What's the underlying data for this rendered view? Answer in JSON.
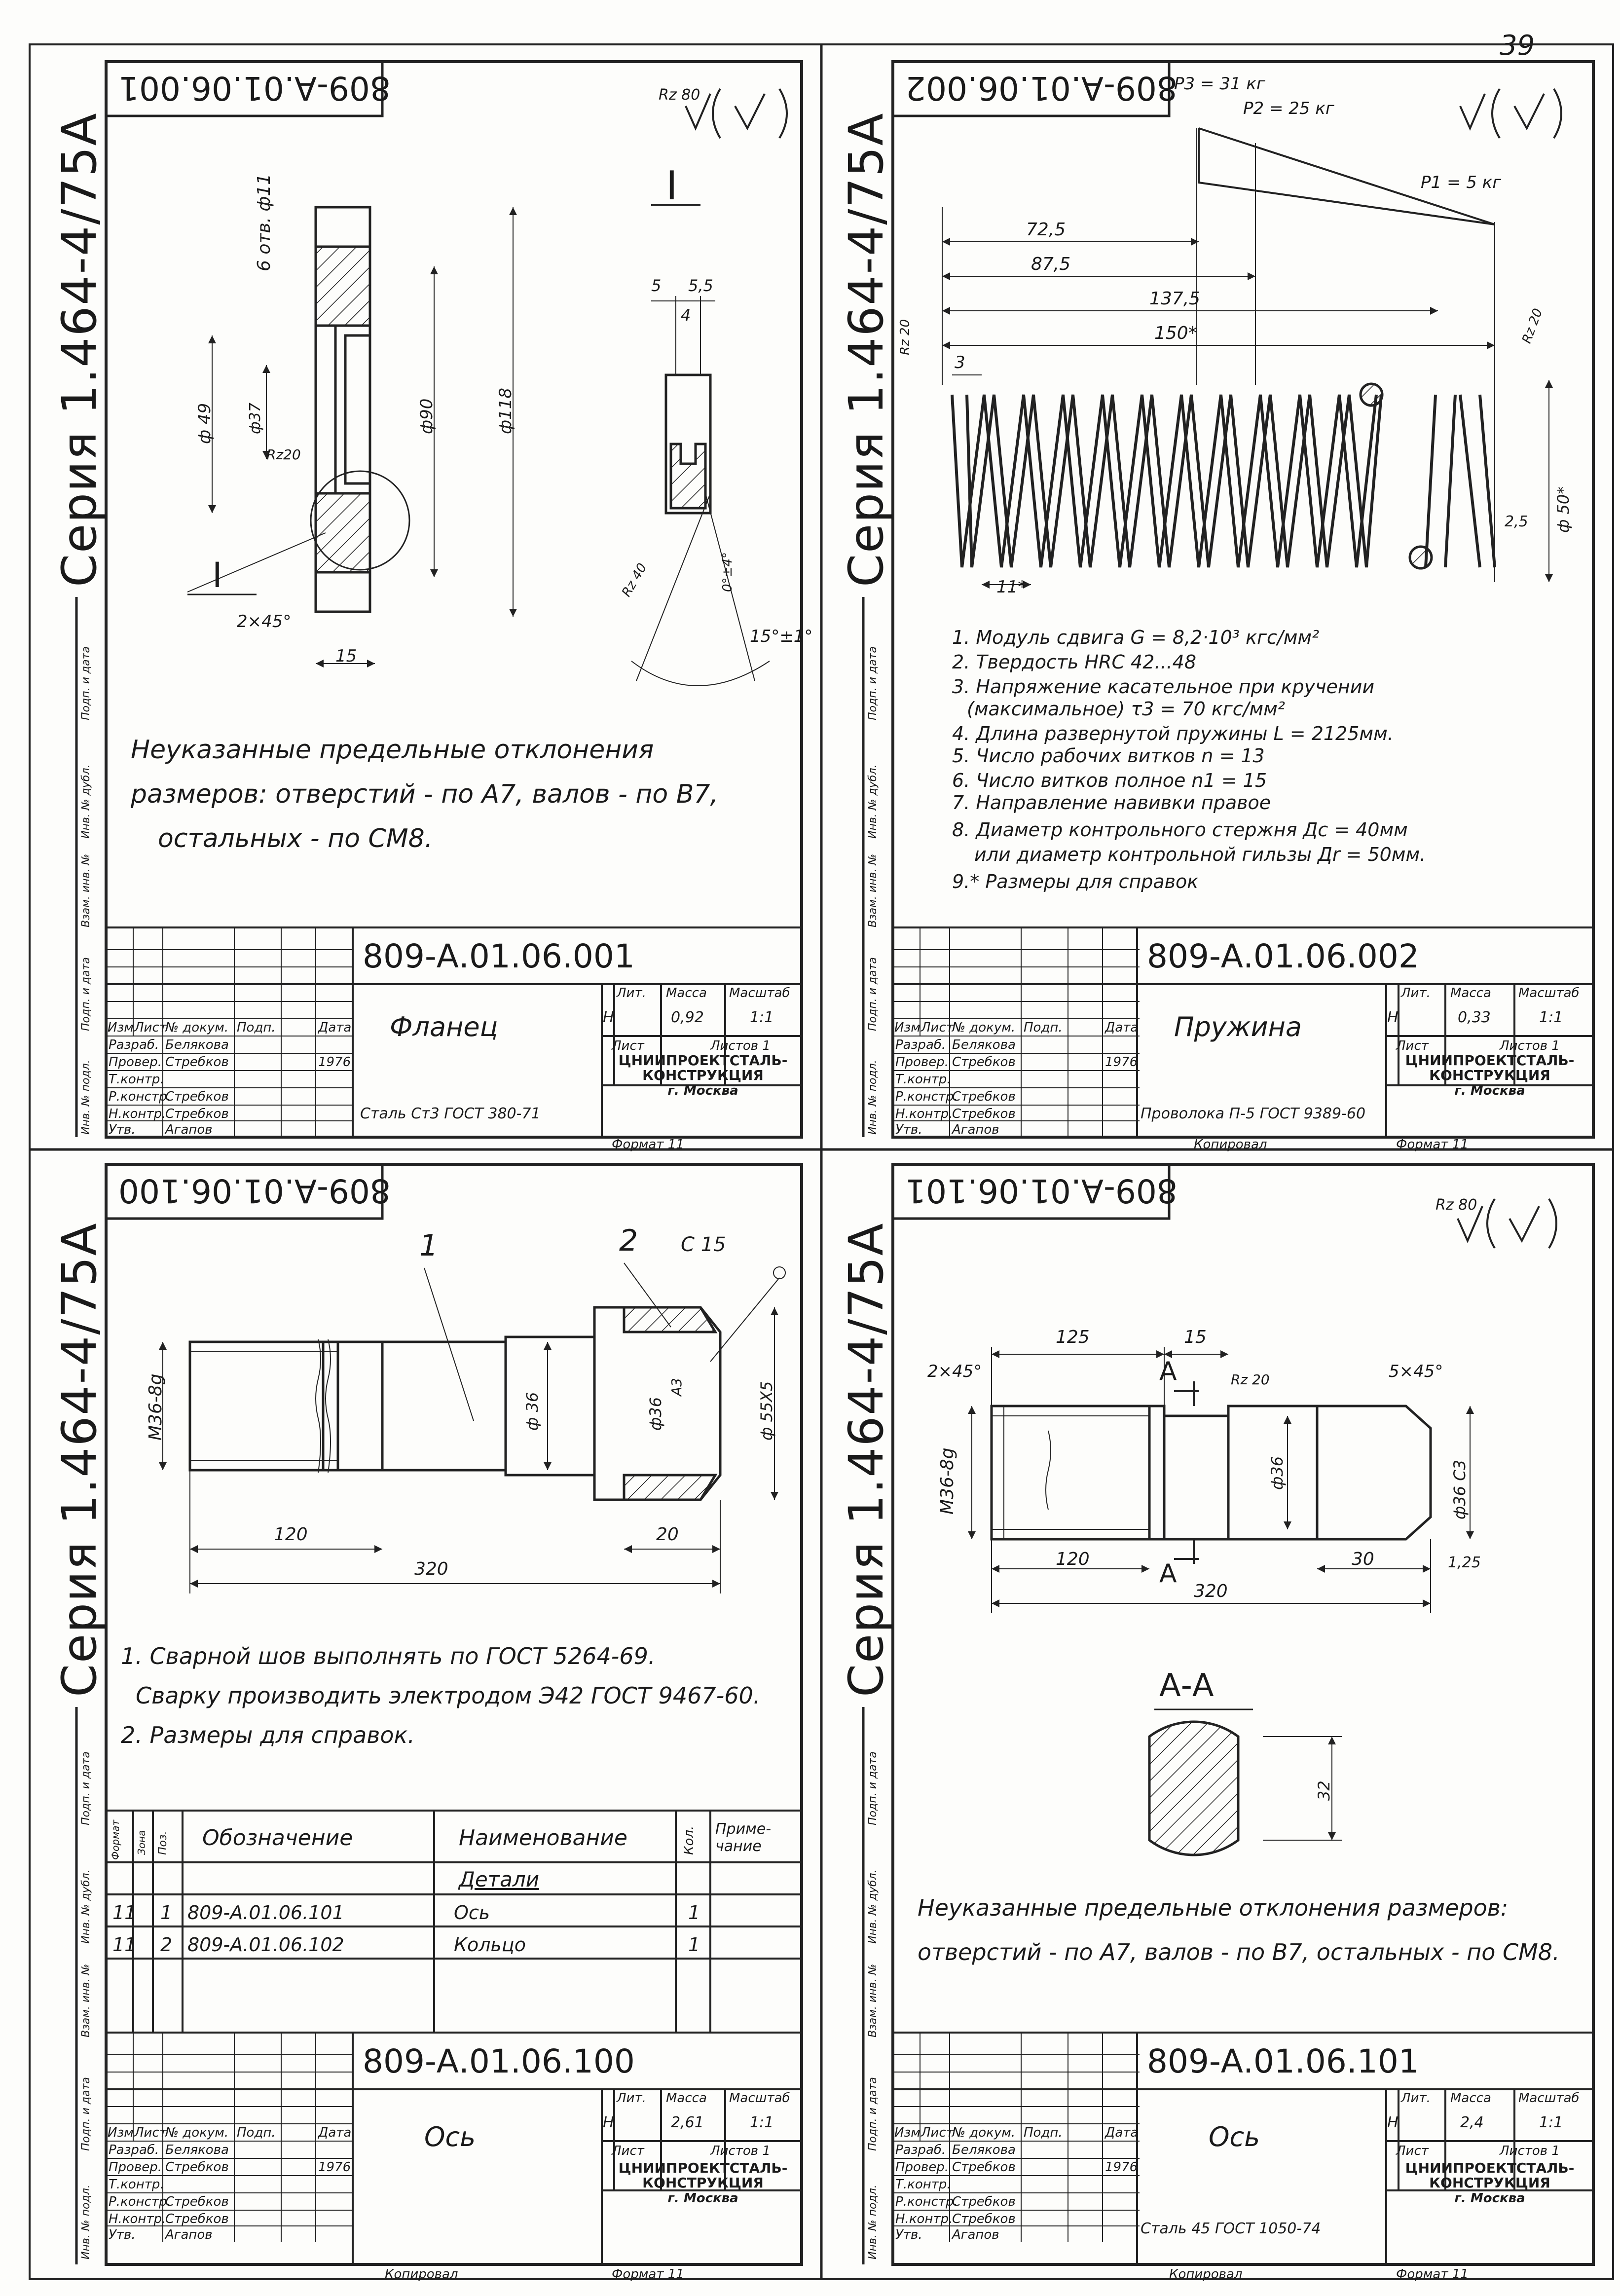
{
  "sheet_number": "39",
  "series": "Серия 1.464-4/75А",
  "side_labels": [
    "Инв. № подл.",
    "Подп. и дата",
    "Взам. инв. №",
    "Инв. № дубл.",
    "Подп. и дата"
  ],
  "title_block_labels": {
    "izm": "Изм",
    "list": "Лист",
    "doc": "№ докум.",
    "podp": "Подп.",
    "data": "Дата",
    "razrab": "Разраб.",
    "prover": "Провер.",
    "tkontr": "Т.контр.",
    "rkonstr": "Р.констр.",
    "nkontr": "Н.контр.",
    "utv": "Утв.",
    "lit": "Лит.",
    "massa": "Масса",
    "masshtab": "Масштаб",
    "list2": "Лист",
    "listov": "Листов 1",
    "org1": "ЦНИИПРОЕКТСТАЛЬ-",
    "org2": "КОНСТРУКЦИЯ",
    "city": "г. Москва",
    "copied": "Копировал",
    "format": "Формат 11"
  },
  "people": {
    "razrab": "Белякова",
    "prover": "Стребков",
    "rkonstr": "Стребков",
    "nkontr": "Стребков",
    "utv": "Агапов",
    "year": "1976"
  },
  "sheets": [
    {
      "id": "flange",
      "doc_number": "809-А.01.06.001",
      "name": "Фланец",
      "material": "Сталь Ст3 ГОСТ 380-71",
      "lit": "Н",
      "mass": "0,92",
      "scale": "1:1",
      "roughness": "Rz 80",
      "dims": {
        "holes": "6 отв. ф11",
        "d49": "ф 49",
        "d37": "ф37",
        "d90": "ф90",
        "d118": "ф118",
        "rz20": "Rz20",
        "chamfer": "2×45°",
        "w15": "15",
        "section": "I",
        "s5": "5",
        "s55": "5,5",
        "s4": "4",
        "rz40": "Rz 40",
        "ang15": "15°±1°",
        "ang": "0°±4°"
      },
      "notes": [
        "Неуказанные предельные отклонения",
        "размеров: отверстий - по А7, валов - по В7,",
        "остальных - по СМ8."
      ]
    },
    {
      "id": "spring",
      "doc_number": "809-А.01.06.002",
      "name": "Пружина",
      "material": "Проволока П-5 ГОСТ 9389-60",
      "lit": "Н",
      "mass": "0,33",
      "scale": "1:1",
      "dims": {
        "p3": "P3 = 31 кг",
        "p2": "P2 = 25 кг",
        "p1": "P1 = 5 кг",
        "l725": "72,5",
        "l875": "87,5",
        "l1375": "137,5",
        "l150": "150*",
        "rz20a": "Rz 20",
        "rz20b": "Rz 20",
        "n3": "3",
        "n11": "11*",
        "n25": "2,5",
        "d50": "ф 50*"
      },
      "notes": [
        "1. Модуль сдвига   G = 8,2·10³ кгс/мм²",
        "2. Твердость HRC 42...48",
        "3. Напряжение касательное при кручении",
        "(максимальное) τ3 = 70 кгс/мм²",
        "4. Длина развернутой пружины L = 2125мм.",
        "5. Число рабочих витков    n = 13",
        "6. Число витков полное   n1 = 15",
        "7. Направление навивки правое",
        "8. Диаметр контрольного стержня Дc = 40мм",
        "или диаметр контрольной гильзы Дr = 50мм.",
        "9.* Размеры для справок"
      ]
    },
    {
      "id": "axle_assembly",
      "doc_number": "809-А.01.06.100",
      "name": "Ось",
      "material": "",
      "lit": "Н",
      "mass": "2,61",
      "scale": "1:1",
      "dims": {
        "pos1": "1",
        "pos2": "2",
        "weld": "С 15",
        "m36": "М36-8g",
        "d36": "ф 36",
        "d36b": "ф36",
        "a3": "А3",
        "d55": "ф 55Х5",
        "l120": "120",
        "l20": "20",
        "l320": "320"
      },
      "notes": [
        "1. Сварной шов выполнять по ГОСТ 5264-69.",
        "Сварку производить электродом Э42 ГОСТ 9467-60.",
        "2. Размеры для справок."
      ],
      "spec_header": {
        "format": "Формат",
        "zone": "Зона",
        "pos": "Поз.",
        "designation": "Обозначение",
        "name": "Наименование",
        "qty": "Кол.",
        "note": "Приме-чание"
      },
      "spec_section": "Детали",
      "spec_rows": [
        {
          "format": "11",
          "pos": "1",
          "designation": "809-А.01.06.101",
          "name": "Ось",
          "qty": "1"
        },
        {
          "format": "11",
          "pos": "2",
          "designation": "809-А.01.06.102",
          "name": "Кольцо",
          "qty": "1"
        }
      ]
    },
    {
      "id": "axle",
      "doc_number": "809-А.01.06.101",
      "name": "Ось",
      "material": "Сталь 45 ГОСТ 1050-74",
      "lit": "Н",
      "mass": "2,4",
      "scale": "1:1",
      "roughness": "Rz 80",
      "dims": {
        "l125": "125",
        "l15": "15",
        "chamfer1": "2×45°",
        "chamfer2": "5×45°",
        "rz20": "Rz 20",
        "a": "А",
        "m36": "М36-8g",
        "d36": "ф36",
        "d36c3": "ф36 С3",
        "l120": "120",
        "l30": "30",
        "l125b": "1,25",
        "l320": "320",
        "section": "А-А",
        "s32": "32"
      },
      "notes": [
        "Неуказанные предельные отклонения размеров:",
        "отверстий - по А7, валов - по В7, остальных - по СМ8."
      ]
    }
  ]
}
